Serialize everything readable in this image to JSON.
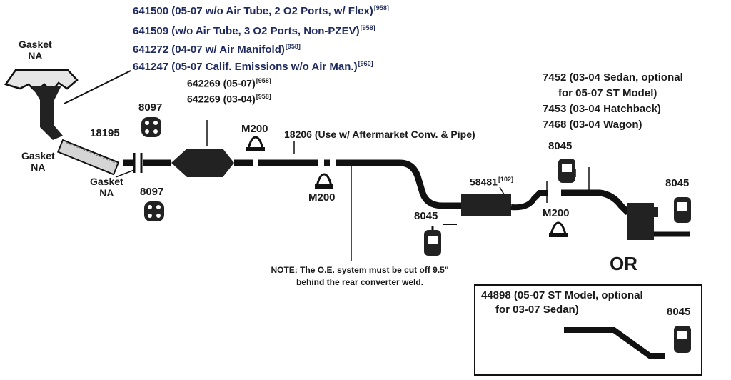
{
  "header_lines": [
    {
      "part": "641500",
      "desc": "(05-07 w/o Air Tube, 2 O2 Ports, w/ Flex)",
      "ref": "[958]"
    },
    {
      "part": "641509",
      "desc": "(w/o Air Tube, 3 O2 Ports, Non-PZEV)",
      "ref": "[958]"
    },
    {
      "part": "641272",
      "desc": "(04-07 w/ Air Manifold)",
      "ref": "[958]"
    },
    {
      "part": "641247",
      "desc": "(05-07 Calif. Emissions w/o Air Man.)",
      "ref": "[960]"
    }
  ],
  "converter_lines": [
    {
      "part": "642269",
      "desc": "(05-07)",
      "ref": "[958]"
    },
    {
      "part": "642269",
      "desc": "(03-04)",
      "ref": "[958]"
    }
  ],
  "gasket_top": {
    "line1": "Gasket",
    "line2": "NA"
  },
  "gasket_mid": {
    "line1": "Gasket",
    "line2": "NA"
  },
  "gasket_low": {
    "line1": "Gasket",
    "line2": "NA"
  },
  "flex_pipe": "18195",
  "bolt_top": "8097",
  "bolt_bottom": "8097",
  "clamp_upper": "M200",
  "clamp_lower": "M200",
  "clamp_right": "M200",
  "pipe_18206": "18206 (Use w/ Aftermarket Conv. & Pipe)",
  "resonator": {
    "part": "58481",
    "ref": "[102]"
  },
  "hanger_left": "8045",
  "hanger_mid": "8045",
  "hanger_right": "8045",
  "hanger_box": "8045",
  "muffler_lines": [
    "7452 (03-04 Sedan, optional",
    "for 05-07 ST Model)",
    "7453 (03-04 Hatchback)",
    "7468 (03-04 Wagon)"
  ],
  "note": {
    "line1": "NOTE: The O.E. system must be cut off 9.5\"",
    "line2": "behind the rear converter weld."
  },
  "or_text": "OR",
  "alt_box": {
    "line1": "44898 (05-07 ST Model, optional",
    "line2": "for 03-07 Sedan)"
  },
  "colors": {
    "header_text": "#1e2a5e",
    "line": "#111111"
  }
}
